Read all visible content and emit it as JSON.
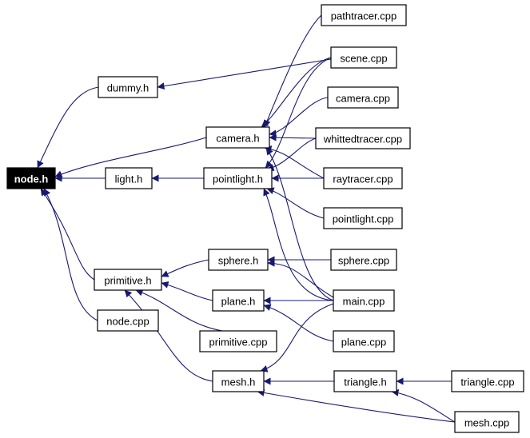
{
  "colors": {
    "edge": "#191970",
    "node_border": "#000000",
    "highlight_fill": "#000000",
    "highlight_text": "#ffffff"
  },
  "nodes": [
    {
      "id": "node_h",
      "label": "node.h",
      "highlight": true
    },
    {
      "id": "dummy_h",
      "label": "dummy.h"
    },
    {
      "id": "light_h",
      "label": "light.h"
    },
    {
      "id": "primitive_h",
      "label": "primitive.h"
    },
    {
      "id": "node_cpp",
      "label": "node.cpp"
    },
    {
      "id": "camera_h",
      "label": "camera.h"
    },
    {
      "id": "pointlight_h",
      "label": "pointlight.h"
    },
    {
      "id": "sphere_h",
      "label": "sphere.h"
    },
    {
      "id": "plane_h",
      "label": "plane.h"
    },
    {
      "id": "primitive_cpp",
      "label": "primitive.cpp"
    },
    {
      "id": "mesh_h",
      "label": "mesh.h"
    },
    {
      "id": "pathtracer_cpp",
      "label": "pathtracer.cpp"
    },
    {
      "id": "scene_cpp",
      "label": "scene.cpp"
    },
    {
      "id": "camera_cpp",
      "label": "camera.cpp"
    },
    {
      "id": "whittedtracer_cpp",
      "label": "whittedtracer.cpp"
    },
    {
      "id": "raytracer_cpp",
      "label": "raytracer.cpp"
    },
    {
      "id": "pointlight_cpp",
      "label": "pointlight.cpp"
    },
    {
      "id": "sphere_cpp",
      "label": "sphere.cpp"
    },
    {
      "id": "main_cpp",
      "label": "main.cpp"
    },
    {
      "id": "plane_cpp",
      "label": "plane.cpp"
    },
    {
      "id": "triangle_h",
      "label": "triangle.h"
    },
    {
      "id": "triangle_cpp",
      "label": "triangle.cpp"
    },
    {
      "id": "mesh_cpp",
      "label": "mesh.cpp"
    }
  ],
  "edges": [
    {
      "from": "dummy_h",
      "to": "node_h"
    },
    {
      "from": "camera_h",
      "to": "node_h"
    },
    {
      "from": "light_h",
      "to": "node_h"
    },
    {
      "from": "primitive_h",
      "to": "node_h"
    },
    {
      "from": "node_cpp",
      "to": "node_h"
    },
    {
      "from": "scene_cpp",
      "to": "dummy_h"
    },
    {
      "from": "pointlight_h",
      "to": "light_h"
    },
    {
      "from": "sphere_h",
      "to": "primitive_h"
    },
    {
      "from": "plane_h",
      "to": "primitive_h"
    },
    {
      "from": "primitive_cpp",
      "to": "primitive_h"
    },
    {
      "from": "mesh_h",
      "to": "primitive_h"
    },
    {
      "from": "pathtracer_cpp",
      "to": "camera_h"
    },
    {
      "from": "scene_cpp",
      "to": "camera_h"
    },
    {
      "from": "camera_cpp",
      "to": "camera_h"
    },
    {
      "from": "whittedtracer_cpp",
      "to": "camera_h"
    },
    {
      "from": "raytracer_cpp",
      "to": "camera_h"
    },
    {
      "from": "main_cpp",
      "to": "camera_h"
    },
    {
      "from": "scene_cpp",
      "to": "pointlight_h"
    },
    {
      "from": "whittedtracer_cpp",
      "to": "pointlight_h"
    },
    {
      "from": "raytracer_cpp",
      "to": "pointlight_h"
    },
    {
      "from": "pointlight_cpp",
      "to": "pointlight_h"
    },
    {
      "from": "main_cpp",
      "to": "pointlight_h"
    },
    {
      "from": "sphere_cpp",
      "to": "sphere_h"
    },
    {
      "from": "main_cpp",
      "to": "sphere_h"
    },
    {
      "from": "main_cpp",
      "to": "plane_h"
    },
    {
      "from": "plane_cpp",
      "to": "plane_h"
    },
    {
      "from": "main_cpp",
      "to": "mesh_h"
    },
    {
      "from": "triangle_h",
      "to": "mesh_h"
    },
    {
      "from": "mesh_cpp",
      "to": "mesh_h"
    },
    {
      "from": "triangle_cpp",
      "to": "triangle_h"
    },
    {
      "from": "mesh_cpp",
      "to": "triangle_h"
    }
  ]
}
